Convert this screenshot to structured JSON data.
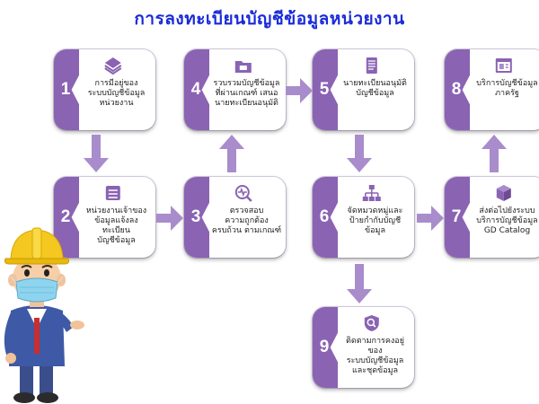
{
  "title": "การลงทะเบียนบัญชีข้อมูลหน่วยงาน",
  "colors": {
    "accent": "#8a63b3",
    "arrow": "#a98ccc",
    "title": "#1a2bd8"
  },
  "steps": [
    {
      "number": "1",
      "icon": "layers-icon",
      "text": "การมีอยู่ของ\nระบบบัญชีข้อมูล\nหน่วยงาน"
    },
    {
      "number": "2",
      "icon": "server-icon",
      "text": "หน่วยงานเจ้าของ\nข้อมูลแจ้งลงทะเบียน\nบัญชีข้อมูล"
    },
    {
      "number": "3",
      "icon": "magnifier-wave-icon",
      "text": "ตรวจสอบ\nความถูกต้อง\nครบถ้วน ตามเกณฑ์"
    },
    {
      "number": "4",
      "icon": "folder-icon",
      "text": "รวบรวมบัญชีข้อมูล\nที่ผ่านเกณฑ์ เสนอ\nนายทะเบียนอนุมัติ"
    },
    {
      "number": "5",
      "icon": "document-icon",
      "text": "นายทะเบียนอนุมัติ\nบัญชีข้อมูล"
    },
    {
      "number": "6",
      "icon": "hierarchy-icon",
      "text": "จัดหมวดหมู่และ\nป้ายกำกับบัญชีข้อมูล"
    },
    {
      "number": "7",
      "icon": "catalog-cube-icon",
      "text": "ส่งต่อไปยังระบบ\nบริการบัญชีข้อมูล\nGD Catalog"
    },
    {
      "number": "8",
      "icon": "browser-window-icon",
      "text": "บริการบัญชีข้อมูล\nภาครัฐ"
    },
    {
      "number": "9",
      "icon": "search-shield-icon",
      "text": "ติดตามการคงอยู่ของ\nระบบบัญชีข้อมูล\nและชุดข้อมูล"
    }
  ]
}
